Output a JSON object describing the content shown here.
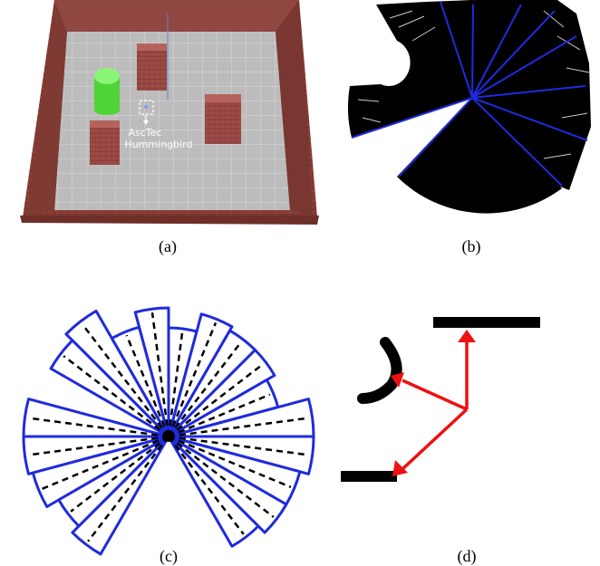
{
  "panels": {
    "a": {
      "caption": "(a)",
      "robot_label_line1": "AscTec",
      "robot_label_line2": "Hummingbird",
      "colors": {
        "wall": "#8a3f38",
        "floor": "#bcbcbc",
        "obstacle": "#9c4a46",
        "cylinder": "#55e63c"
      }
    },
    "b": {
      "caption": "(b)",
      "colors": {
        "scan": "#000000",
        "ray": "#1f2bdc"
      }
    },
    "c": {
      "caption": "(c)",
      "colors": {
        "sector": "#1f2bdc",
        "bisector": "#000000"
      }
    },
    "d": {
      "caption": "(d)",
      "colors": {
        "obstacle": "#000000",
        "arrow": "#ee1111"
      }
    }
  }
}
